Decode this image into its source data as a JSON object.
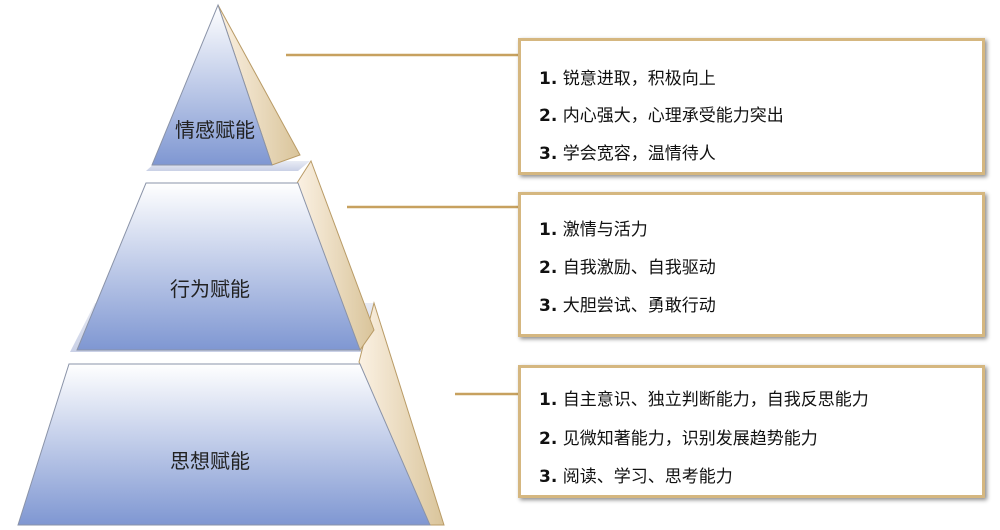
{
  "colors": {
    "front_top": "#ffffff",
    "front_bottom": "#7f97d2",
    "side_light": "#fbf1e3",
    "side_dark": "#d9c49a",
    "connector": "#c7a15f",
    "box_border": "#d5b780"
  },
  "tiers": [
    {
      "label": "情感赋能",
      "items": [
        {
          "num": "1.",
          "text": "锐意进取，积极向上"
        },
        {
          "num": "2.",
          "text": "内心强大，心理承受能力突出"
        },
        {
          "num": "3.",
          "text": "学会宽容，温情待人"
        }
      ]
    },
    {
      "label": "行为赋能",
      "items": [
        {
          "num": "1.",
          "text": "激情与活力"
        },
        {
          "num": "2.",
          "text": "自我激励、自我驱动"
        },
        {
          "num": "3.",
          "text": "大胆尝试、勇敢行动"
        }
      ]
    },
    {
      "label": "思想赋能",
      "items": [
        {
          "num": "1.",
          "text": "自主意识、独立判断能力，自我反思能力"
        },
        {
          "num": "2.",
          "text": "见微知著能力，识别发展趋势能力"
        },
        {
          "num": "3.",
          "text": "阅读、学习、思考能力"
        }
      ]
    }
  ]
}
